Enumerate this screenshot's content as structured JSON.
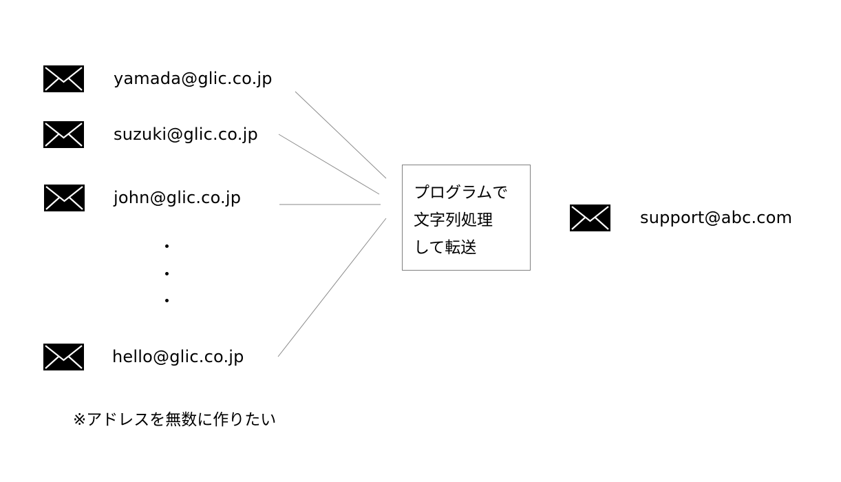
{
  "icon_name": "envelope-icon",
  "line_color": "#8a8a8a",
  "sources": [
    {
      "address": "yamada@glic.co.jp"
    },
    {
      "address": "suzuki@glic.co.jp"
    },
    {
      "address": "john@glic.co.jp"
    },
    {
      "address": "hello@glic.co.jp"
    }
  ],
  "ellipsis": [
    "・",
    "・",
    "・"
  ],
  "process": {
    "lines": [
      "プログラムで",
      "文字列処理",
      "して転送"
    ]
  },
  "target": {
    "address": "support@abc.com"
  },
  "note": "※アドレスを無数に作りたい"
}
